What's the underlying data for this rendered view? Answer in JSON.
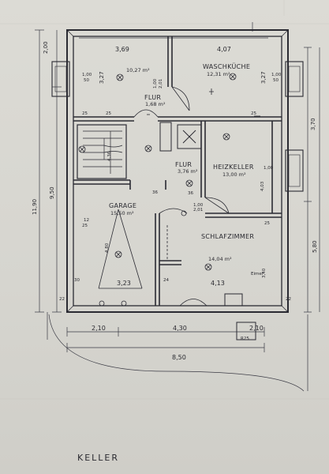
{
  "title": "KELLER",
  "rooms": {
    "waschkueche": {
      "name": "WASCHKÜCHE",
      "area": "12,31 m²"
    },
    "flur1": {
      "name": "FLUR",
      "area": "1,68 m²"
    },
    "flur2": {
      "name": "FLUR",
      "area": "3,76 m²"
    },
    "heizkeller": {
      "name": "HEIZKELLER",
      "area": "13,00 m²"
    },
    "garage": {
      "name": "GARAGE",
      "area": "15,50 m²"
    },
    "schlafzimmer": {
      "name": "SCHLAFZIMMER",
      "area": "14,04 m²"
    },
    "room_nw_area": "10,27 m²",
    "bucket": "Eimer"
  },
  "dimensions": {
    "w_nw": "3,69",
    "w_ne": "4,07",
    "d_nw": "3,27",
    "d_ne": "3,27",
    "garage_w": "3,23",
    "schlaf_w": "4,13",
    "bottom_1": "2,10",
    "bottom_2": "4,30",
    "bottom_3": "2,10",
    "total_w": "8,50",
    "left_outer": "11,90",
    "left_inner": "9,50",
    "left_top": "2,00",
    "right_1": "3,70",
    "right_2": "5,80",
    "win_nw": "1,00",
    "win_nw_b": "50",
    "win_ne": "1,00",
    "win_ne_b": "50",
    "win_e": "1,00",
    "door_1": "1,00",
    "door_1b": "2,01",
    "door_2": "1,00",
    "door_2b": "2,01",
    "stair": "4,36",
    "garage_door": "4,80",
    "heiz_h": "4,03",
    "schlaf_h": "3,40",
    "n_25a": "25",
    "n_25b": "25",
    "n_25c": "25",
    "n_36a": "36",
    "n_36b": "36",
    "n_30": "30",
    "n_24": "24",
    "n_25g": "25",
    "n_25h": "25",
    "n_22a": "22",
    "n_22b": "22",
    "n_1225": "12",
    "n_r25": "R25"
  }
}
